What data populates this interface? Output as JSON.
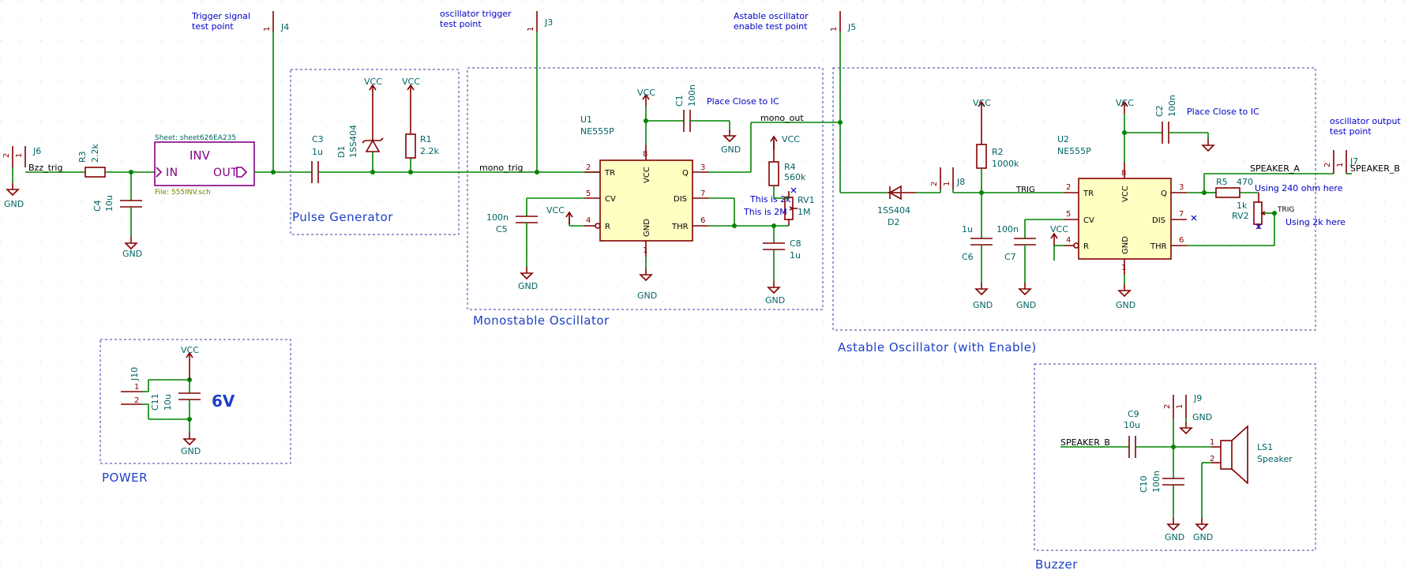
{
  "notes": {
    "trig_tp": [
      "Trigger signal",
      "test point"
    ],
    "osc_trig_tp": [
      "oscillator trigger",
      "test point"
    ],
    "astable_tp": [
      "Astable oscillator",
      "enable test point"
    ],
    "osc_out_tp": [
      "oscillator output",
      "test point"
    ],
    "place_close_1": "Place Close to IC",
    "place_close_2": "Place Close to IC",
    "this_is_2k": "This is 2k",
    "this_is_2m": "This is 2M",
    "using_240": "Using 240 ohm here",
    "using_2k": "Using 2k here"
  },
  "groups": {
    "pulse": "Pulse Generator",
    "mono": "Monostable Oscillator",
    "astable": "Astable Oscillator (with Enable)",
    "power": "POWER",
    "buzzer": "Buzzer",
    "six_v": "6V"
  },
  "sheet": {
    "name": "Sheet: sheet626EA235",
    "title": "INV",
    "in": "IN",
    "out": "OUT",
    "file": "File: 555INV.sch"
  },
  "nets": {
    "gnd": "GND",
    "vcc": "VCC",
    "bzz_trig": "Bzz_trig",
    "mono_trig": "mono_trig",
    "mono_out": "mono_out",
    "trig": "TRIG",
    "trig2": "TRIG",
    "speaker_a": "SPEAKER_A",
    "speaker_b_out": "SPEAKER_B",
    "speaker_b_in": "SPEAKER_B"
  },
  "refs": {
    "J6": "J6",
    "J4": "J4",
    "J3": "J3",
    "J5": "J5",
    "J7": "J7",
    "J8": "J8",
    "J9": "J9",
    "J10": "J10",
    "R3": "R3",
    "R3v": "2.2k",
    "C4": "C4",
    "C4v": "10u",
    "C3": "C3",
    "C3v": "1u",
    "D1": "D1",
    "D1v": "1SS404",
    "R1": "R1",
    "R1v": "2.2k",
    "U1": "U1",
    "U1v": "NE555P",
    "C1": "C1",
    "C1v": "100n",
    "C5": "C5",
    "C5v": "100n",
    "R4": "R4",
    "R4v": "560k",
    "RV1": "RV1",
    "RV1v": "1M",
    "C8": "C8",
    "C8v": "1u",
    "D2": "D2",
    "D2v": "1SS404",
    "R2": "R2",
    "R2v": "1000k",
    "C6": "C6",
    "C6v": "1u",
    "C7": "C7",
    "C7v": "100n",
    "U2": "U2",
    "U2v": "NE555P",
    "C2": "C2",
    "C2v": "100n",
    "R5": "R5",
    "R5v": "470",
    "RV2": "RV2",
    "RV2v": "1k",
    "C11": "C11",
    "C11v": "10u",
    "C9": "C9",
    "C9v": "10u",
    "C10": "C10",
    "C10v": "100n",
    "LS1": "LS1",
    "LS1v": "Speaker"
  },
  "ic_pins": {
    "tr": "TR",
    "cv": "CV",
    "r": "R",
    "q": "Q",
    "dis": "DIS",
    "thr": "THR",
    "vcc": "VCC",
    "gnd": "GND",
    "p1": "1",
    "p2": "2",
    "p3": "3",
    "p4": "4",
    "p5": "5",
    "p6": "6",
    "p7": "7",
    "p8": "8"
  }
}
